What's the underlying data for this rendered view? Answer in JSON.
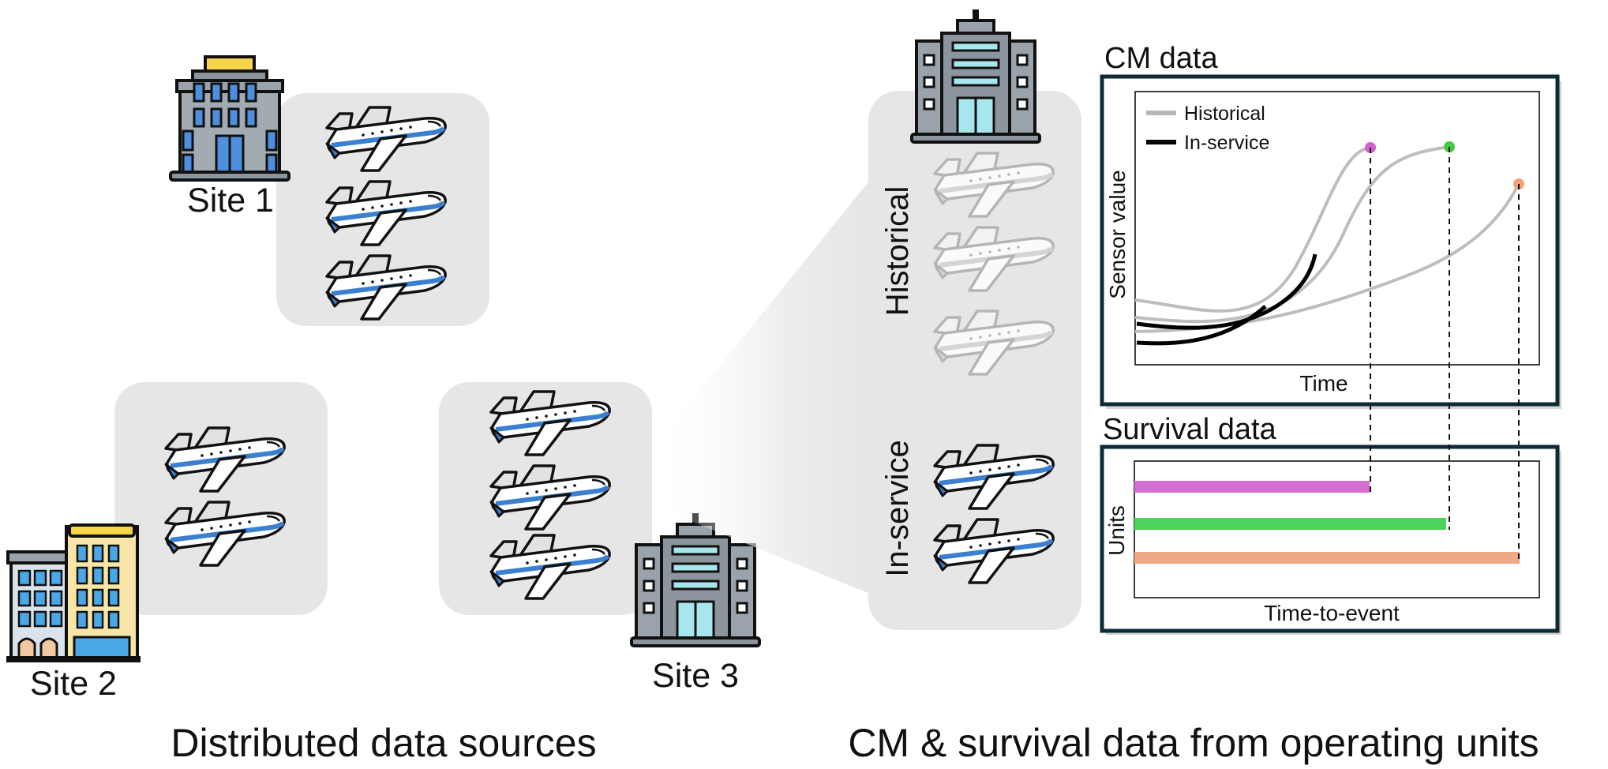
{
  "left_panel": {
    "caption": "Distributed data sources",
    "sites": [
      {
        "label": "Site 1",
        "planes": 3
      },
      {
        "label": "Site 2",
        "planes": 2
      },
      {
        "label": "Site 3",
        "planes": 3
      }
    ]
  },
  "right_panel": {
    "caption": "CM & survival data from operating units",
    "fleet": {
      "historical_label": "Historical",
      "in_service_label": "In-service",
      "historical_planes": 3,
      "in_service_planes": 2
    },
    "cm_chart": {
      "title": "CM data",
      "xlabel": "Time",
      "ylabel": "Sensor value",
      "legend": [
        {
          "label": "Historical",
          "color": "#b8b8b8"
        },
        {
          "label": "In-service",
          "color": "#000000"
        }
      ],
      "failure_colors": [
        "#d45fd0",
        "#44c944",
        "#f2a37a"
      ]
    },
    "survival_chart": {
      "title": "Survival data",
      "xlabel": "Time-to-event",
      "ylabel": "Units",
      "bars": [
        {
          "color": "#d46ed0",
          "value": 0.61
        },
        {
          "color": "#4cd35c",
          "value": 0.81
        },
        {
          "color": "#f0a985",
          "value": 1.0
        }
      ]
    }
  },
  "colors": {
    "panel_gray": "#e6e6e6",
    "building_blue": "#a8e6ee",
    "plane_stripe": "#3a7fd0"
  }
}
